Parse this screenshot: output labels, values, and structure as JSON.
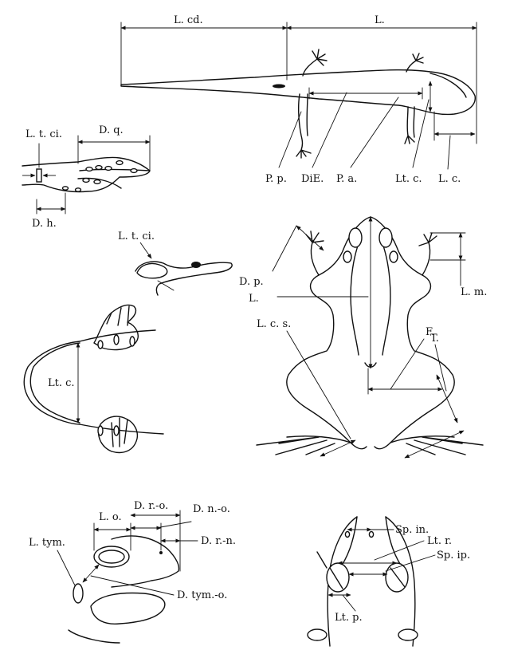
{
  "salamander": {
    "cd": "L. cd.",
    "L": "L.",
    "Pp": "P. p.",
    "DiE": "DiE.",
    "Pa": "P. a.",
    "Ltc": "Lt. c.",
    "Lc": "L. c."
  },
  "hand": {
    "Ltci": "L. t. ci.",
    "Dq": "D. q.",
    "Dh": "D. h."
  },
  "foot_tubercle": {
    "Ltci": "L. t. ci."
  },
  "frog": {
    "Dp": "D. p.",
    "L": "L.",
    "Lm": "L. m.",
    "Lcs": "L. c. s.",
    "F": "F.",
    "T": "T."
  },
  "head_width": {
    "Ltc": "Lt. c."
  },
  "head_side": {
    "Lo": "L. o.",
    "Dro": "D. r.-o.",
    "Dno": "D. n.-o.",
    "Drn": "D. r.-n.",
    "Ltym": "L. tym.",
    "Dtymo": "D. tym.-o."
  },
  "tadpole_mouth": {
    "Spin": "Sp. in.",
    "Ltr": "Lt. r.",
    "Spip": "Sp. ip.",
    "Ltp": "Lt. p."
  }
}
